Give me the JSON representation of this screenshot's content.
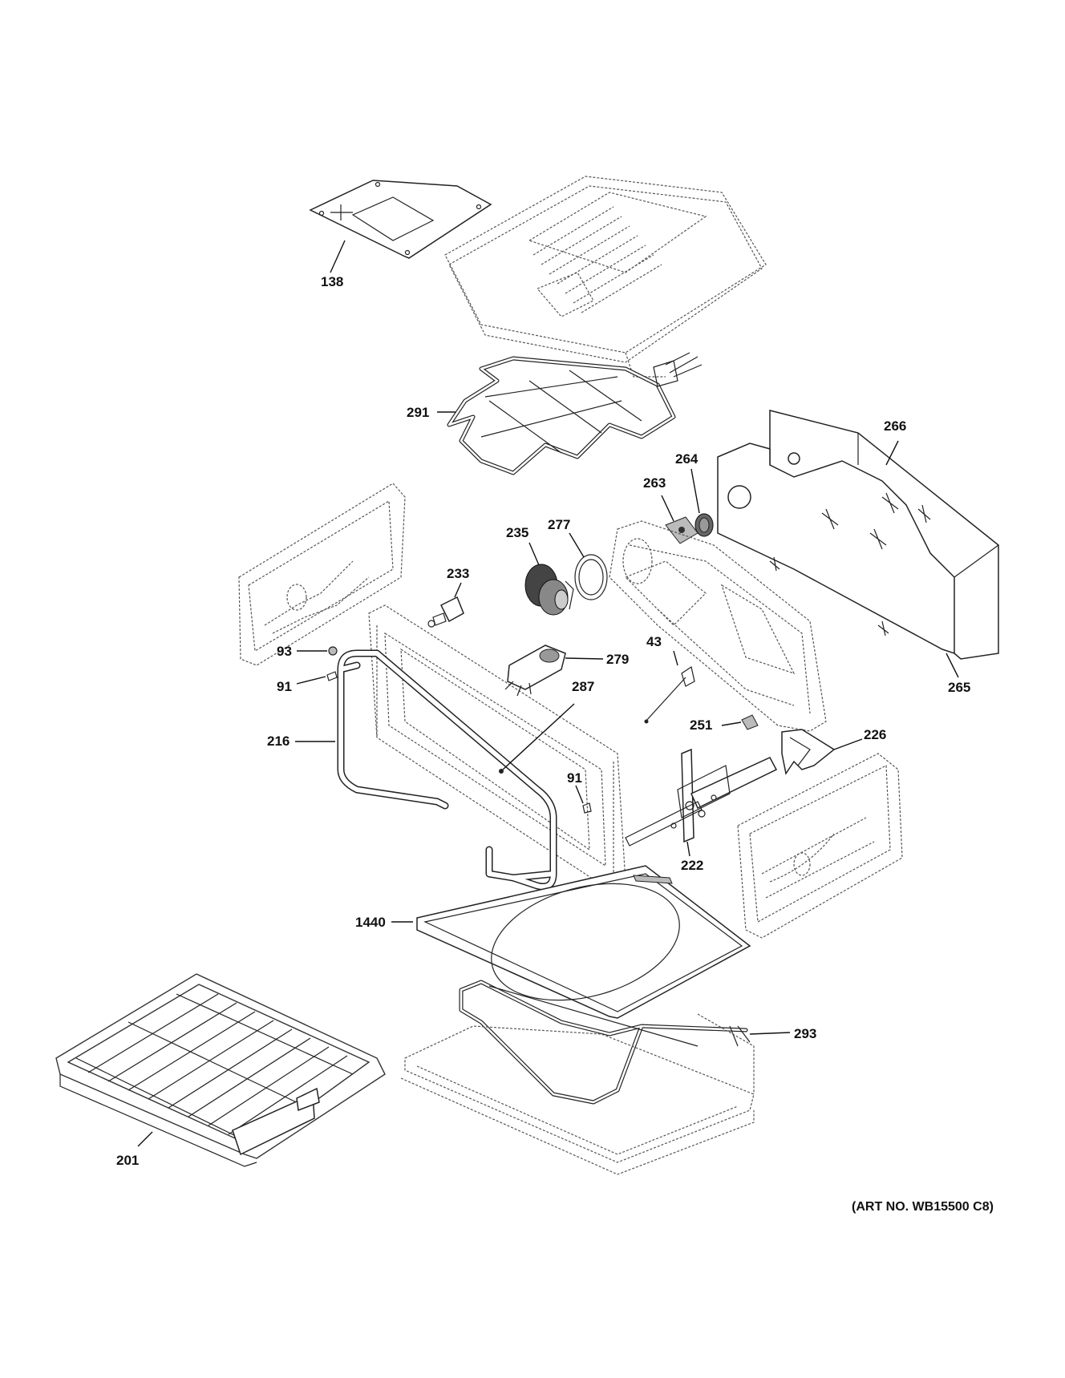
{
  "labels": {
    "p138": "138",
    "p291": "291",
    "p266": "266",
    "p264": "264",
    "p263": "263",
    "p277": "277",
    "p235": "235",
    "p233": "233",
    "p279": "279",
    "p93": "93",
    "p91a": "91",
    "p216": "216",
    "p287": "287",
    "p43": "43",
    "p265": "265",
    "p251": "251",
    "p226": "226",
    "p91b": "91",
    "p222": "222",
    "p1440": "1440",
    "p293": "293",
    "p201": "201"
  },
  "art_number": "(ART NO. WB15500 C8)"
}
